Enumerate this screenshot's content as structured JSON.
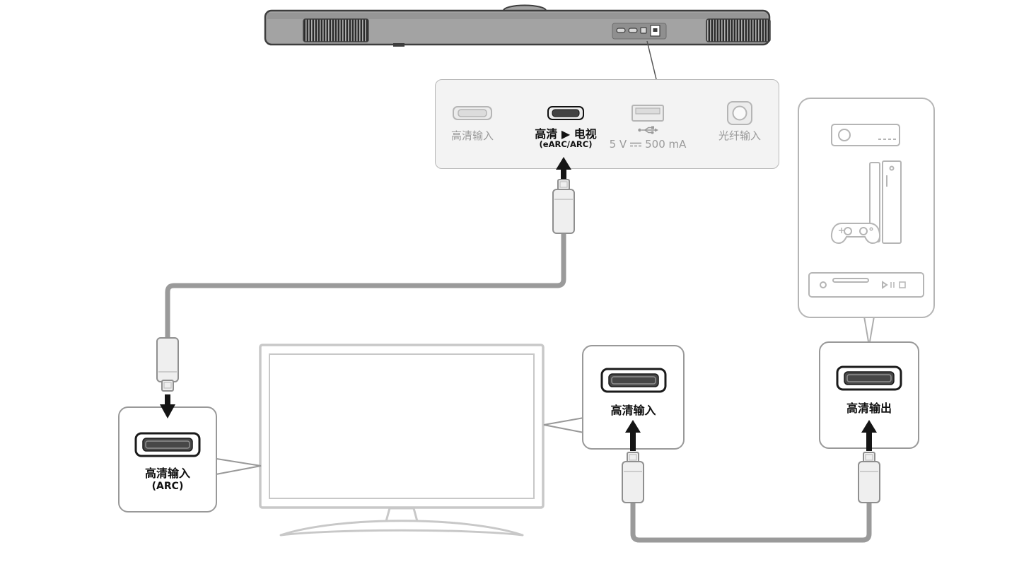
{
  "diagram_title": "soundbar-hdmi-connection-diagram",
  "colors": {
    "active_text": "#111111",
    "dim_text": "#9a9a9a",
    "cable": "#9a9a9a",
    "callout_border": "#999999",
    "device_line": "#b5b5b5",
    "tv_line": "#c8c8c8",
    "soundbar_body": "#a3a3a3"
  },
  "rear_panel": {
    "ports": [
      {
        "type": "hdmi-input",
        "state": "dimmed",
        "label": "高清输入"
      },
      {
        "type": "hdmi-out-to-tv",
        "state": "active",
        "label": "高清 ▶ 电视",
        "sublabel": "(eARC/ARC)"
      },
      {
        "type": "usb",
        "state": "dimmed",
        "label_voltage": "5 V",
        "label_current": "500 mA"
      },
      {
        "type": "optical-input",
        "state": "dimmed",
        "label": "光纤输入"
      }
    ]
  },
  "callouts": {
    "tv_arc": {
      "label": "高清输入",
      "sublabel": "(ARC)"
    },
    "tv_hdmi_in": {
      "label": "高清输入"
    },
    "device_hdmi_out": {
      "label": "高清输出"
    }
  }
}
